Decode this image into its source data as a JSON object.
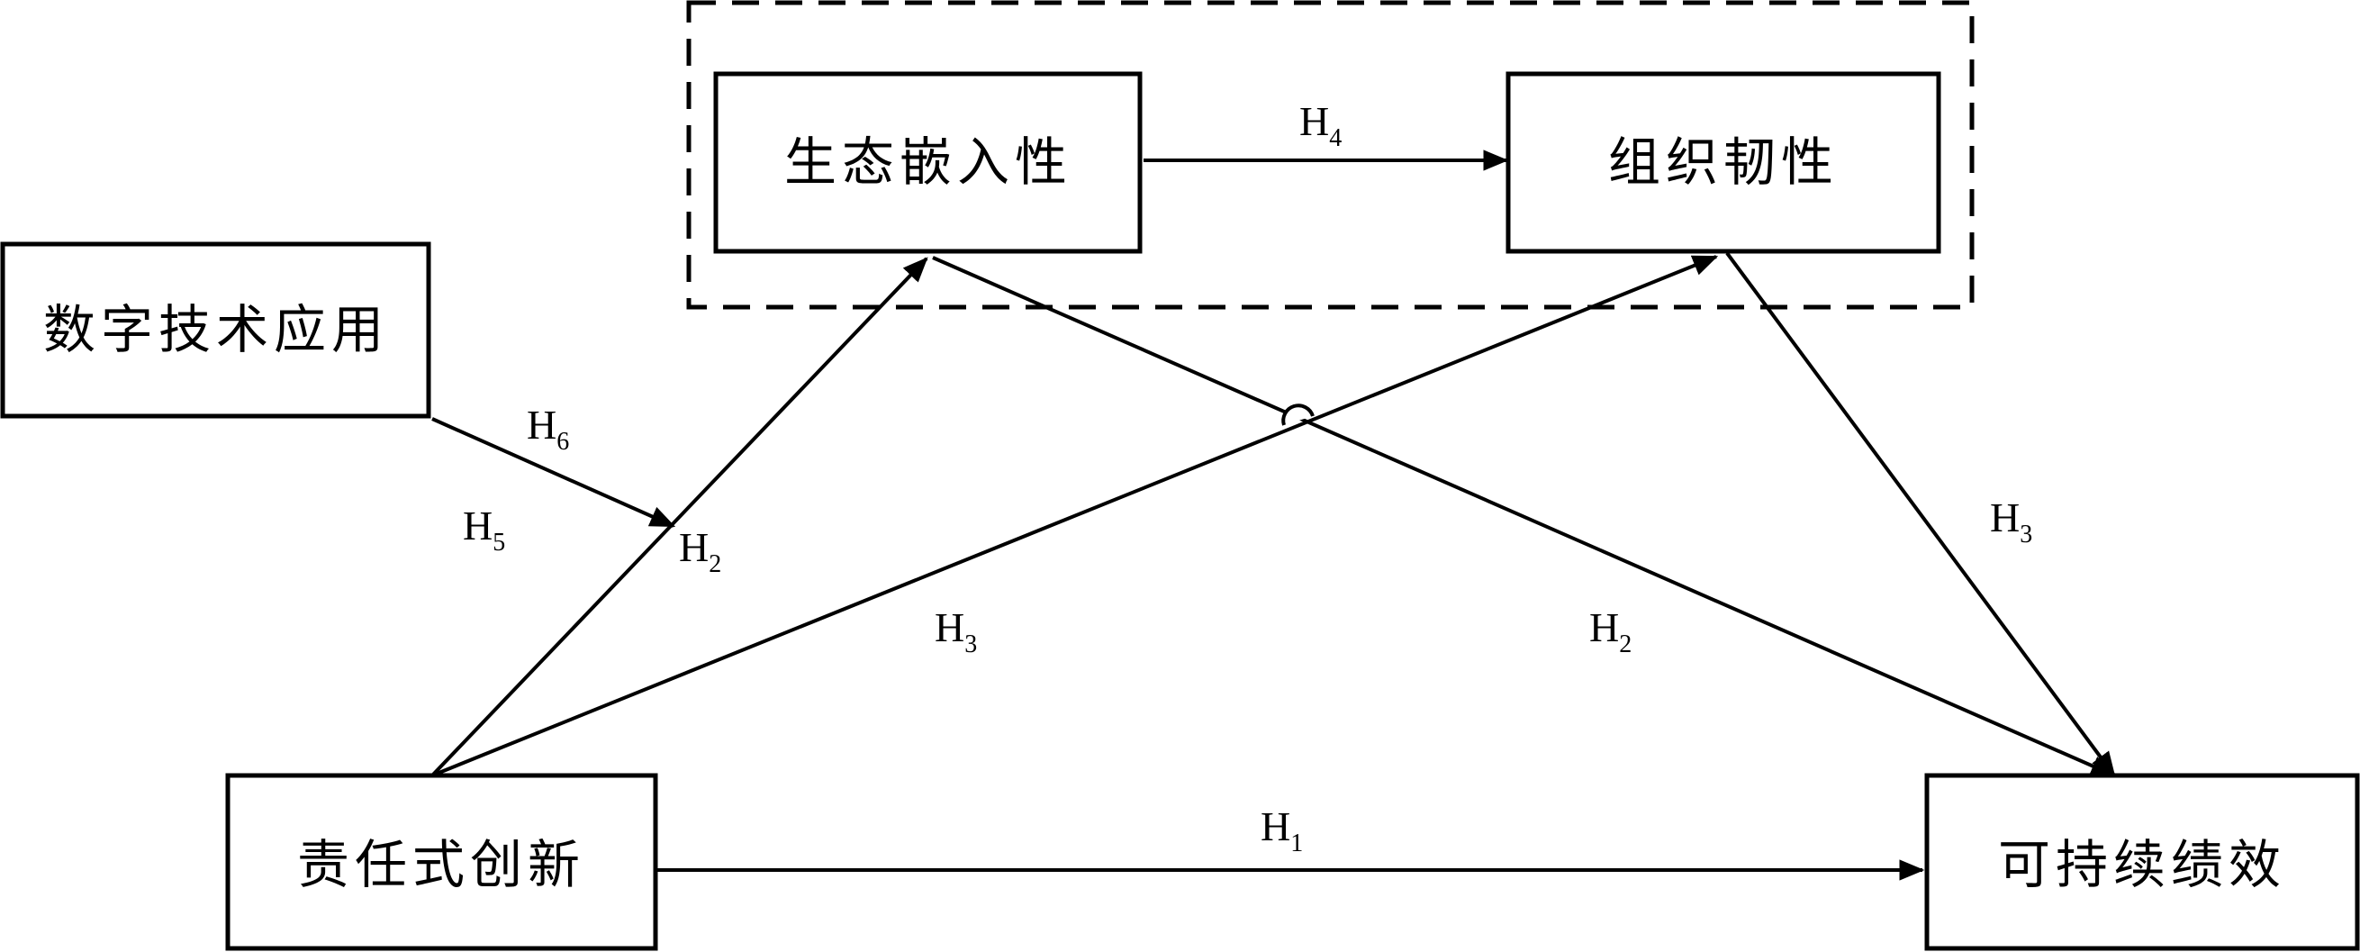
{
  "nodes": {
    "digital_tech": "数字技术应用",
    "eco_embed": "生态嵌入性",
    "org_resilience": "组织韧性",
    "responsible_innovation": "责任式创新",
    "sustainable_perf": "可持续绩效"
  },
  "hypotheses": {
    "h1": {
      "main": "H",
      "sub": "1"
    },
    "h2_left": {
      "main": "H",
      "sub": "2"
    },
    "h2_right": {
      "main": "H",
      "sub": "2"
    },
    "h3_left": {
      "main": "H",
      "sub": "3"
    },
    "h3_right": {
      "main": "H",
      "sub": "3"
    },
    "h4": {
      "main": "H",
      "sub": "4"
    },
    "h5": {
      "main": "H",
      "sub": "5"
    },
    "h6": {
      "main": "H",
      "sub": "6"
    }
  },
  "colors": {
    "stroke": "#000000",
    "background": "#ffffff"
  }
}
